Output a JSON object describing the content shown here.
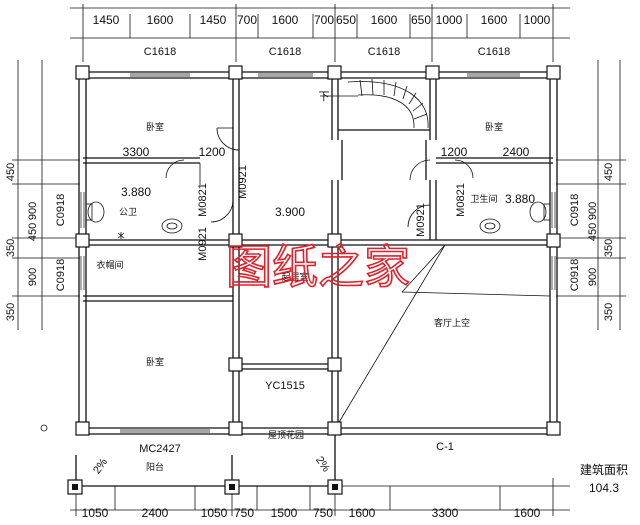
{
  "top_dims": [
    "1450",
    "1600",
    "1450",
    "700",
    "1600",
    "700",
    "650",
    "1600",
    "650",
    "1000",
    "1600",
    "1000"
  ],
  "bottom_dims": [
    "1050",
    "2400",
    "1050",
    "750",
    "1500",
    "750",
    "1600",
    "3300",
    "1600"
  ],
  "left_dims": [
    "450",
    "900",
    "450",
    "350",
    "900",
    "350"
  ],
  "right_dims": [
    "450",
    "900",
    "450",
    "350",
    "900",
    "350"
  ],
  "windows": {
    "c1618": "C1618",
    "c0918": "C0918",
    "yc1515": "YC1515",
    "mc2427": "MC2427"
  },
  "doors": {
    "m0921": "M0921",
    "m0821": "M0821"
  },
  "rooms": {
    "bedroom": "卧室",
    "public_wc": "公卫",
    "bathroom": "卫生间",
    "cloakroom": "衣帽间",
    "living": "起居室",
    "void": "客厅上空",
    "balcony": "阳台",
    "roof_garden": "屋顶花园"
  },
  "dims_inner": {
    "d3300": "3300",
    "d1200": "1200",
    "d2400": "2400"
  },
  "elevations": {
    "wc_left": "3.880",
    "wc_right": "3.880",
    "floor": "3.900"
  },
  "stair_down": "下",
  "slope": "2%",
  "section_mark": "C-1",
  "area_label": "建筑面积",
  "area_value": "104.3",
  "watermark": "图纸之家"
}
